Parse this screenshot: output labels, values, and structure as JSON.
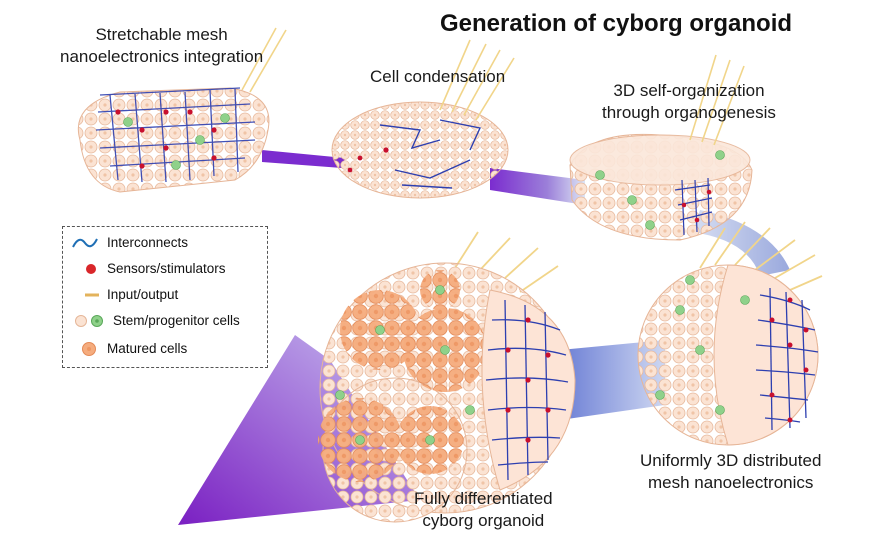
{
  "title": "Generation of cyborg organoid",
  "stages": {
    "mesh_integration": [
      "Stretchable mesh",
      "nanoelectronics integration"
    ],
    "cell_condensation": [
      "Cell condensation"
    ],
    "self_organization": [
      "3D self-organization",
      "through organogenesis"
    ],
    "distributed_mesh": [
      "Uniformly 3D distributed",
      "mesh nanoelectronics"
    ],
    "differentiated": [
      "Fully differentiated",
      "cyborg organoid"
    ]
  },
  "legend": [
    {
      "label": "Interconnects",
      "icon": "wave-line-icon",
      "color": "#1f6fb5"
    },
    {
      "label": "Sensors/stimulators",
      "icon": "red-dot-icon",
      "color": "#d9262a"
    },
    {
      "label": "Input/output",
      "icon": "yellow-line-icon",
      "color": "#e3b35c"
    },
    {
      "label": "Stem/progenitor cells",
      "icon": "cell-pair-icon",
      "color": "#7cc47a"
    },
    {
      "label": "Matured cells",
      "icon": "matured-cell-icon",
      "color": "#ef9f6e"
    }
  ],
  "colors": {
    "cell_fill": "#fbe0cf",
    "cell_stroke": "#e8b79a",
    "matured": "#f2a06e",
    "progenitor": "#8fd18a",
    "mesh_blue": "#2d3fb0",
    "mesh_red": "#c8102e",
    "arrow_purple": "#7b2ccf",
    "io_yellow": "#f1d58a"
  }
}
